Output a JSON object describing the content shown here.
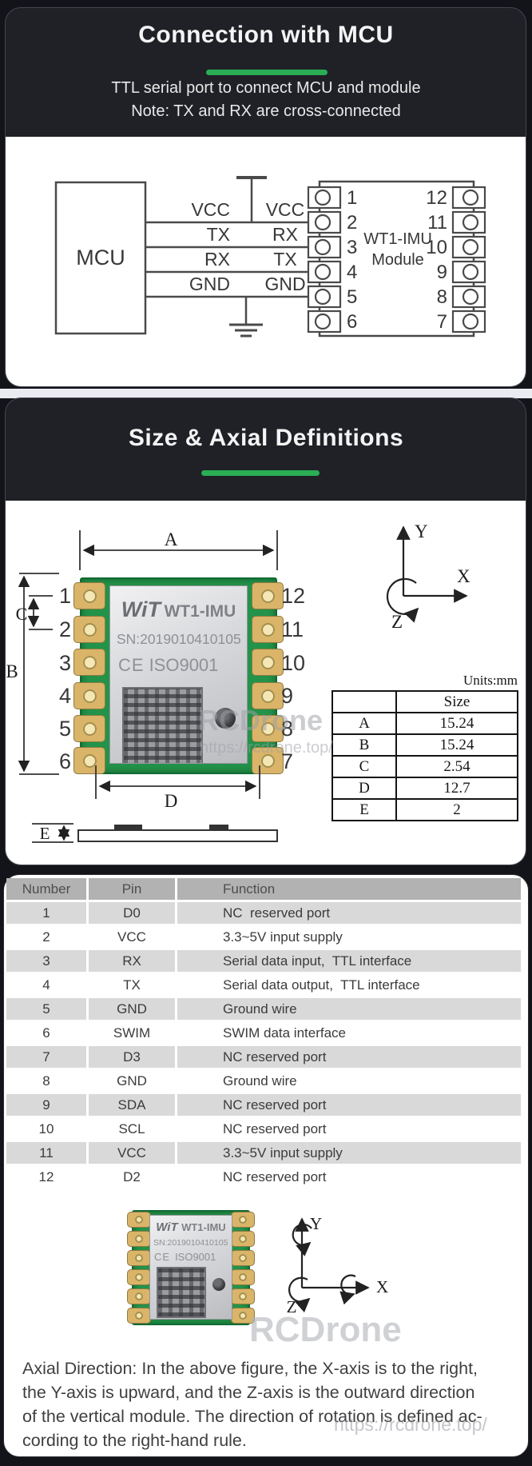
{
  "section1": {
    "title": "Connection with MCU",
    "subtitle1": "TTL serial port to connect MCU and module",
    "subtitle2": "Note: TX and RX are cross-connected"
  },
  "diagram": {
    "mcu": "MCU",
    "module_line1": "WT1-IMU",
    "module_line2": "Module",
    "mcu_pins": [
      "VCC",
      "TX",
      "RX",
      "GND"
    ],
    "module_pins": [
      "VCC",
      "RX",
      "TX",
      "GND"
    ],
    "left_pin_numbers": [
      "1",
      "2",
      "3",
      "4",
      "5",
      "6"
    ],
    "right_pin_numbers": [
      "12",
      "11",
      "10",
      "9",
      "8",
      "7"
    ]
  },
  "section2": {
    "title": "Size & Axial Definitions",
    "units": "Units:mm",
    "size_header": "Size",
    "size_rows": [
      [
        "A",
        "15.24"
      ],
      [
        "B",
        "15.24"
      ],
      [
        "C",
        "2.54"
      ],
      [
        "D",
        "12.7"
      ],
      [
        "E",
        "2"
      ]
    ],
    "dim_labels": [
      "A",
      "B",
      "C",
      "D",
      "E"
    ]
  },
  "axes": {
    "x": "X",
    "y": "Y",
    "z": "Z"
  },
  "pcb": {
    "brand": "WiT",
    "model": "WT1-IMU",
    "serial": "SN:2019010410105",
    "ce": "CE",
    "cert": "ISO9001"
  },
  "pin_table": {
    "headers": [
      "Number",
      "Pin",
      "Function"
    ],
    "rows": [
      [
        "1",
        "D0",
        "NC  reserved port"
      ],
      [
        "2",
        "VCC",
        "3.3~5V input supply"
      ],
      [
        "3",
        "RX",
        "Serial data input,  TTL interface"
      ],
      [
        "4",
        "TX",
        "Serial data output,  TTL interface"
      ],
      [
        "5",
        "GND",
        "Ground wire"
      ],
      [
        "6",
        "SWIM",
        "SWIM data interface"
      ],
      [
        "7",
        "D3",
        "NC reserved port"
      ],
      [
        "8",
        "GND",
        "Ground wire"
      ],
      [
        "9",
        "SDA",
        "NC reserved port"
      ],
      [
        "10",
        "SCL",
        "NC reserved port"
      ],
      [
        "11",
        "VCC",
        "3.3~5V input supply"
      ],
      [
        "12",
        "D2",
        "NC reserved port"
      ]
    ]
  },
  "axial": {
    "lines": [
      "Axial Direction: In the above figure, the X-axis is to the right,",
      "the Y-axis is upward, and the Z-axis is the outward direction",
      "of the vertical module. The direction of rotation is defined ac-",
      "cording to the right-hand rule."
    ]
  },
  "watermarks": {
    "brand": "RCDrone",
    "url": "https://rcdrone.top/"
  },
  "colors": {
    "accent_green": "#2aae54",
    "header_dark": "#1f2127",
    "row_gray": "#d9d9d9",
    "pcb_green": "#23934a"
  }
}
